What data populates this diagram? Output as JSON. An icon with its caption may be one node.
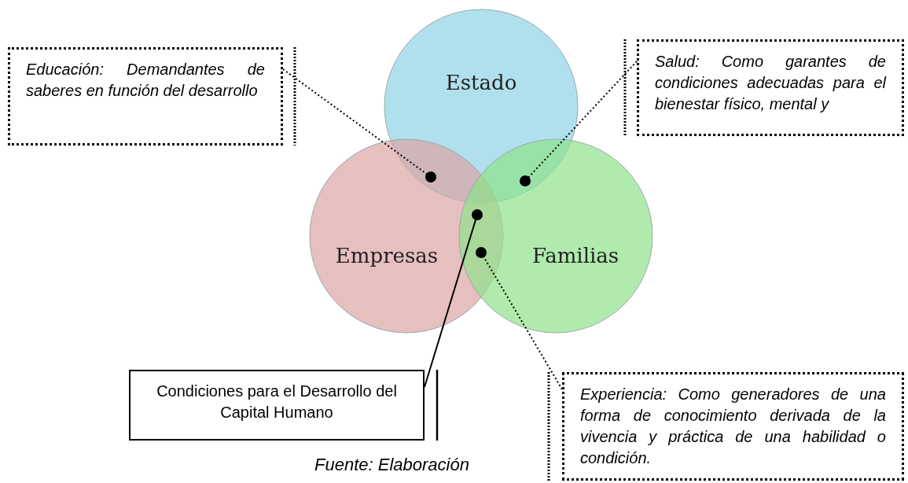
{
  "diagram": {
    "caption": "Fuente: Elaboración",
    "nodes": [
      {
        "text": [
          "Educación: Demandantes de saberes en función del desarrollo"
        ]
      },
      {
        "text": [
          "Estado"
        ]
      },
      {
        "text": [
          "Salud: Como garantes de condiciones adecuadas para el bienestar físico, mental y"
        ]
      },
      {
        "text": [
          "Empresas"
        ]
      },
      {
        "text": [
          "Familias"
        ]
      },
      {
        "text": [
          "Condiciones para el Desarrollo del Capital Humano"
        ]
      },
      {
        "text": [
          "Experiencia: Como generadores de una forma de conocimiento derivada de la vivencia y práctica de una habilidad o condición."
        ]
      }
    ],
    "edges": [
      {
        "from": 0,
        "to": 1,
        "arrow": "other",
        "style": "dashed"
      },
      {
        "from": 2,
        "to": 1,
        "arrow": "other",
        "style": "dashed"
      },
      {
        "from": 5,
        "to": 1,
        "arrow": "other"
      },
      {
        "from": 6,
        "to": 3,
        "arrow": "other",
        "style": "dashed"
      }
    ]
  }
}
